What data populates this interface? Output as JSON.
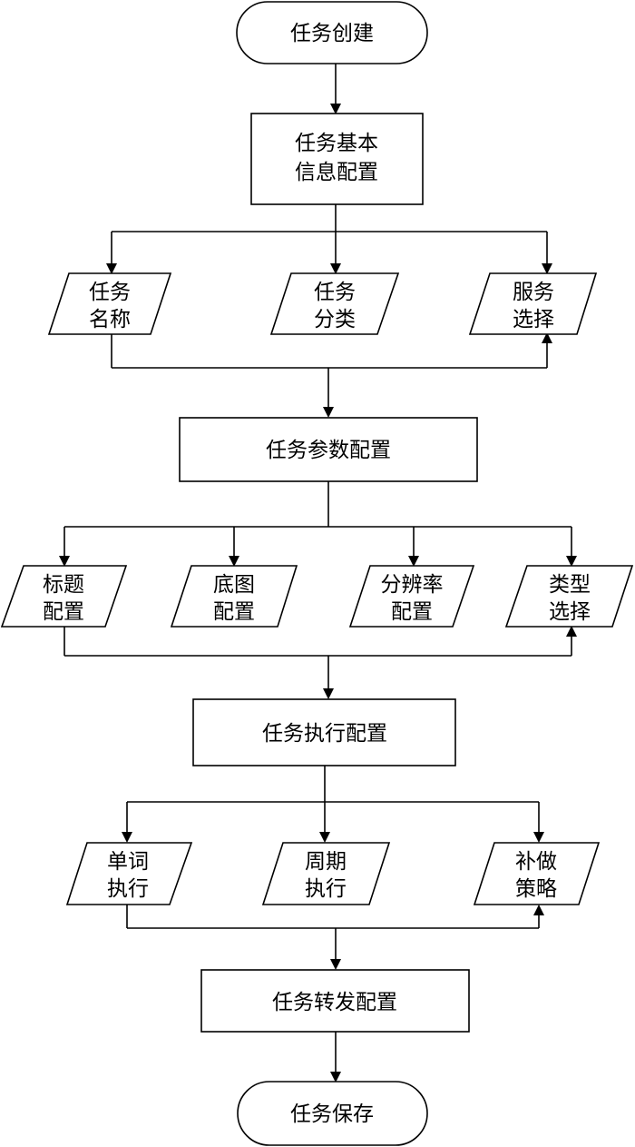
{
  "flowchart": {
    "start": {
      "lines": [
        "任务创建"
      ]
    },
    "basic_info": {
      "lines": [
        "任务基本",
        "信息配置"
      ]
    },
    "basic_info_inputs": [
      {
        "lines": [
          "任务",
          "名称"
        ]
      },
      {
        "lines": [
          "任务",
          "分类"
        ]
      },
      {
        "lines": [
          "服务",
          "选择"
        ]
      }
    ],
    "param_config": {
      "lines": [
        "任务参数配置"
      ]
    },
    "param_inputs": [
      {
        "lines": [
          "标题",
          "配置"
        ]
      },
      {
        "lines": [
          "底图",
          "配置"
        ]
      },
      {
        "lines": [
          "分辨率",
          "配置"
        ]
      },
      {
        "lines": [
          "类型",
          "选择"
        ]
      }
    ],
    "exec_config": {
      "lines": [
        "任务执行配置"
      ]
    },
    "exec_inputs": [
      {
        "lines": [
          "单词",
          "执行"
        ]
      },
      {
        "lines": [
          "周期",
          "执行"
        ]
      },
      {
        "lines": [
          "补做",
          "策略"
        ]
      }
    ],
    "forward_config": {
      "lines": [
        "任务转发配置"
      ]
    },
    "end": {
      "lines": [
        "任务保存"
      ]
    }
  }
}
